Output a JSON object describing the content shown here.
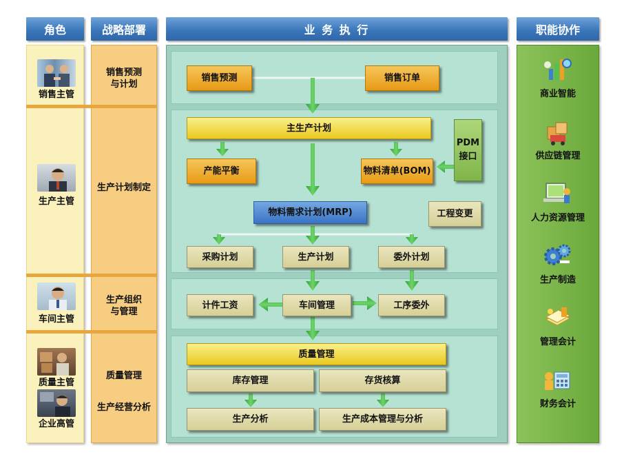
{
  "headers": {
    "role": "角色",
    "strategy": "战略部署",
    "execution": "业 务 执 行",
    "functional": "职能协作"
  },
  "roles": {
    "sales_manager": "销售主管",
    "production_manager": "生产主管",
    "workshop_manager": "车间主管",
    "quality_manager": "质量主管",
    "executive": "企业高管"
  },
  "strategy": {
    "sales_forecast_plan": "销售预测\n与计划",
    "production_planning": "生产计划制定",
    "production_org": "生产组织\n与管理",
    "quality_mgmt": "质量管理",
    "business_analysis": "生产经营分析"
  },
  "execution": {
    "sales_forecast": "销售预测",
    "sales_order": "销售订单",
    "master_plan": "主生产计划",
    "pdm_interface": "PDM\n接口",
    "capacity_balance": "产能平衡",
    "bom": "物料清单(BOM)",
    "mrp": "物料需求计划(MRP)",
    "engineering_change": "工程变更",
    "purchase_plan": "采购计划",
    "production_plan": "生产计划",
    "outsource_plan": "委外计划",
    "piece_wage": "计件工资",
    "workshop_mgmt": "车间管理",
    "process_outsource": "工序委外",
    "quality_mgmt": "质量管理",
    "inventory_mgmt": "库存管理",
    "inventory_accounting": "存货核算",
    "production_analysis": "生产分析",
    "cost_analysis": "生产成本管理与分析"
  },
  "functions": [
    {
      "label": "商业智能",
      "icon": "business-intelligence-icon"
    },
    {
      "label": "供应链管理",
      "icon": "supply-chain-icon"
    },
    {
      "label": "人力资源管理",
      "icon": "human-resources-icon"
    },
    {
      "label": "生产制造",
      "icon": "manufacturing-gears-icon"
    },
    {
      "label": "管理会计",
      "icon": "management-accounting-icon"
    },
    {
      "label": "财务会计",
      "icon": "financial-accounting-icon"
    }
  ],
  "colors": {
    "header_blue": "#3b77bb",
    "role_column": "#f7e79a",
    "strategy_column": "#f5c26a",
    "execution_column": "#a9dccc",
    "functional_column": "#79b548",
    "arrow_green": "#35b038"
  }
}
